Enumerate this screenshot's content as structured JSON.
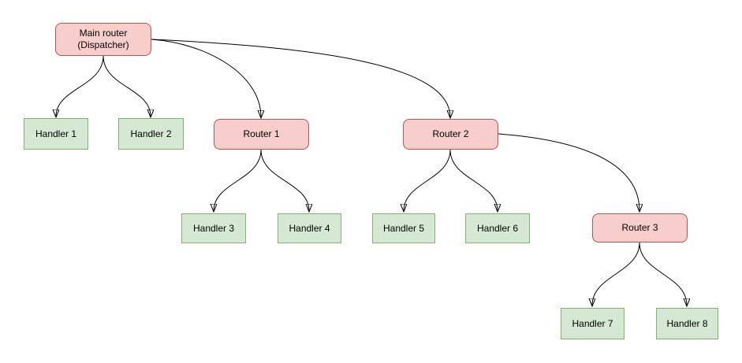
{
  "diagram": {
    "colors": {
      "router_fill": "#f8cecc",
      "router_stroke": "#b85450",
      "handler_fill": "#d5e8d4",
      "handler_stroke": "#82b366",
      "edge_color": "#000000",
      "text_color": "#000000",
      "canvas_bg": "#ffffff"
    },
    "nodes": {
      "main_router": {
        "label": "Main router\n(Dispatcher)",
        "type": "router"
      },
      "router_1": {
        "label": "Router 1",
        "type": "router"
      },
      "router_2": {
        "label": "Router 2",
        "type": "router"
      },
      "router_3": {
        "label": "Router 3",
        "type": "router"
      },
      "handler_1": {
        "label": "Handler 1",
        "type": "handler"
      },
      "handler_2": {
        "label": "Handler 2",
        "type": "handler"
      },
      "handler_3": {
        "label": "Handler 3",
        "type": "handler"
      },
      "handler_4": {
        "label": "Handler 4",
        "type": "handler"
      },
      "handler_5": {
        "label": "Handler 5",
        "type": "handler"
      },
      "handler_6": {
        "label": "Handler 6",
        "type": "handler"
      },
      "handler_7": {
        "label": "Handler 7",
        "type": "handler"
      },
      "handler_8": {
        "label": "Handler 8",
        "type": "handler"
      }
    },
    "edges": [
      {
        "from": "main_router",
        "to": "handler_1"
      },
      {
        "from": "main_router",
        "to": "handler_2"
      },
      {
        "from": "main_router",
        "to": "router_1"
      },
      {
        "from": "main_router",
        "to": "router_2"
      },
      {
        "from": "router_1",
        "to": "handler_3"
      },
      {
        "from": "router_1",
        "to": "handler_4"
      },
      {
        "from": "router_2",
        "to": "handler_5"
      },
      {
        "from": "router_2",
        "to": "handler_6"
      },
      {
        "from": "router_2",
        "to": "router_3"
      },
      {
        "from": "router_3",
        "to": "handler_7"
      },
      {
        "from": "router_3",
        "to": "handler_8"
      }
    ]
  }
}
